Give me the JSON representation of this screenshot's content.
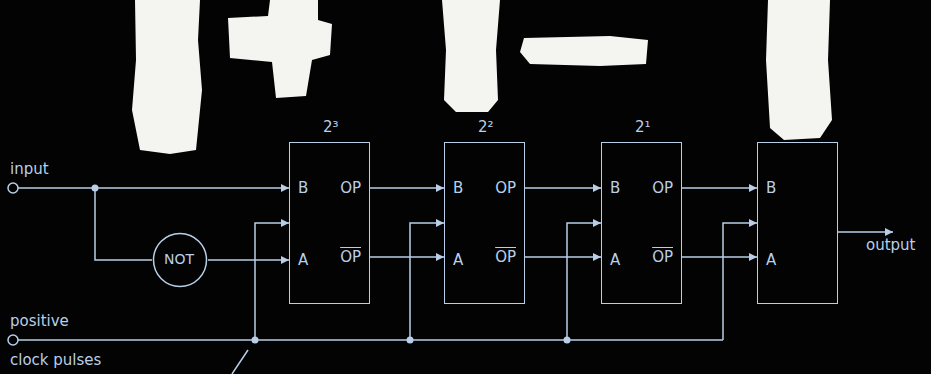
{
  "diagram": {
    "nodes": [
      {
        "text": [
          "NOT"
        ]
      },
      {
        "text": [
          "2³",
          "B",
          "OP",
          "A",
          "OP"
        ]
      },
      {
        "text": [
          "2²",
          "B",
          "OP",
          "A",
          "OP"
        ]
      },
      {
        "text": [
          "2¹",
          "B",
          "OP",
          "A",
          "OP"
        ]
      },
      {
        "text": [
          "B",
          "A"
        ]
      }
    ],
    "edges": [
      {
        "from": 0,
        "to": 1,
        "arrow": "to"
      },
      {
        "from": 1,
        "to": 2,
        "arrow": "to"
      },
      {
        "from": 1,
        "to": 2,
        "arrow": "to"
      },
      {
        "from": 2,
        "to": 3,
        "arrow": "to"
      },
      {
        "from": 2,
        "to": 3,
        "arrow": "to"
      },
      {
        "from": 3,
        "to": 4,
        "arrow": "to"
      },
      {
        "from": 3,
        "to": 4,
        "arrow": "to"
      }
    ],
    "labels": [
      "input",
      "positive",
      "clock pulses",
      "output"
    ]
  }
}
